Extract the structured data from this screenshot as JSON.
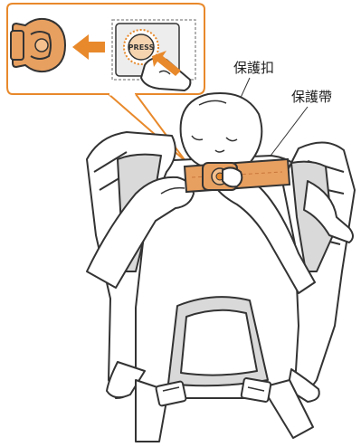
{
  "inset": {
    "button_text": "PRESS"
  },
  "labels": {
    "buckle": "保護扣",
    "strap": "保護帶"
  },
  "colors": {
    "accent_orange": "#E8892B",
    "strap_orange": "#E8A060",
    "line": "#333333",
    "gray_pad": "#D9D9D9"
  }
}
